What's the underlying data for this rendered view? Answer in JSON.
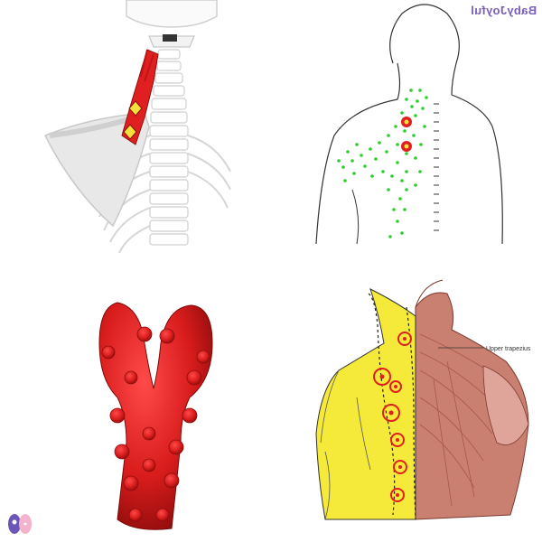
{
  "brand": {
    "text": "BabyJoyful",
    "color": "#7a5fb8"
  },
  "panels": [
    {
      "id": "skeleton-trapezius",
      "accent": "#e02020"
    },
    {
      "id": "trigger-point-map",
      "accent": "#2ecc2e"
    },
    {
      "id": "massage-tool",
      "accent": "#d81c1c"
    },
    {
      "id": "muscle-anatomy",
      "accent": "#f5e93a"
    }
  ],
  "anatomy": {
    "upper_trapezius_label": "Upper trapezius"
  },
  "icons": {
    "logo": "feet-logo-icon"
  }
}
